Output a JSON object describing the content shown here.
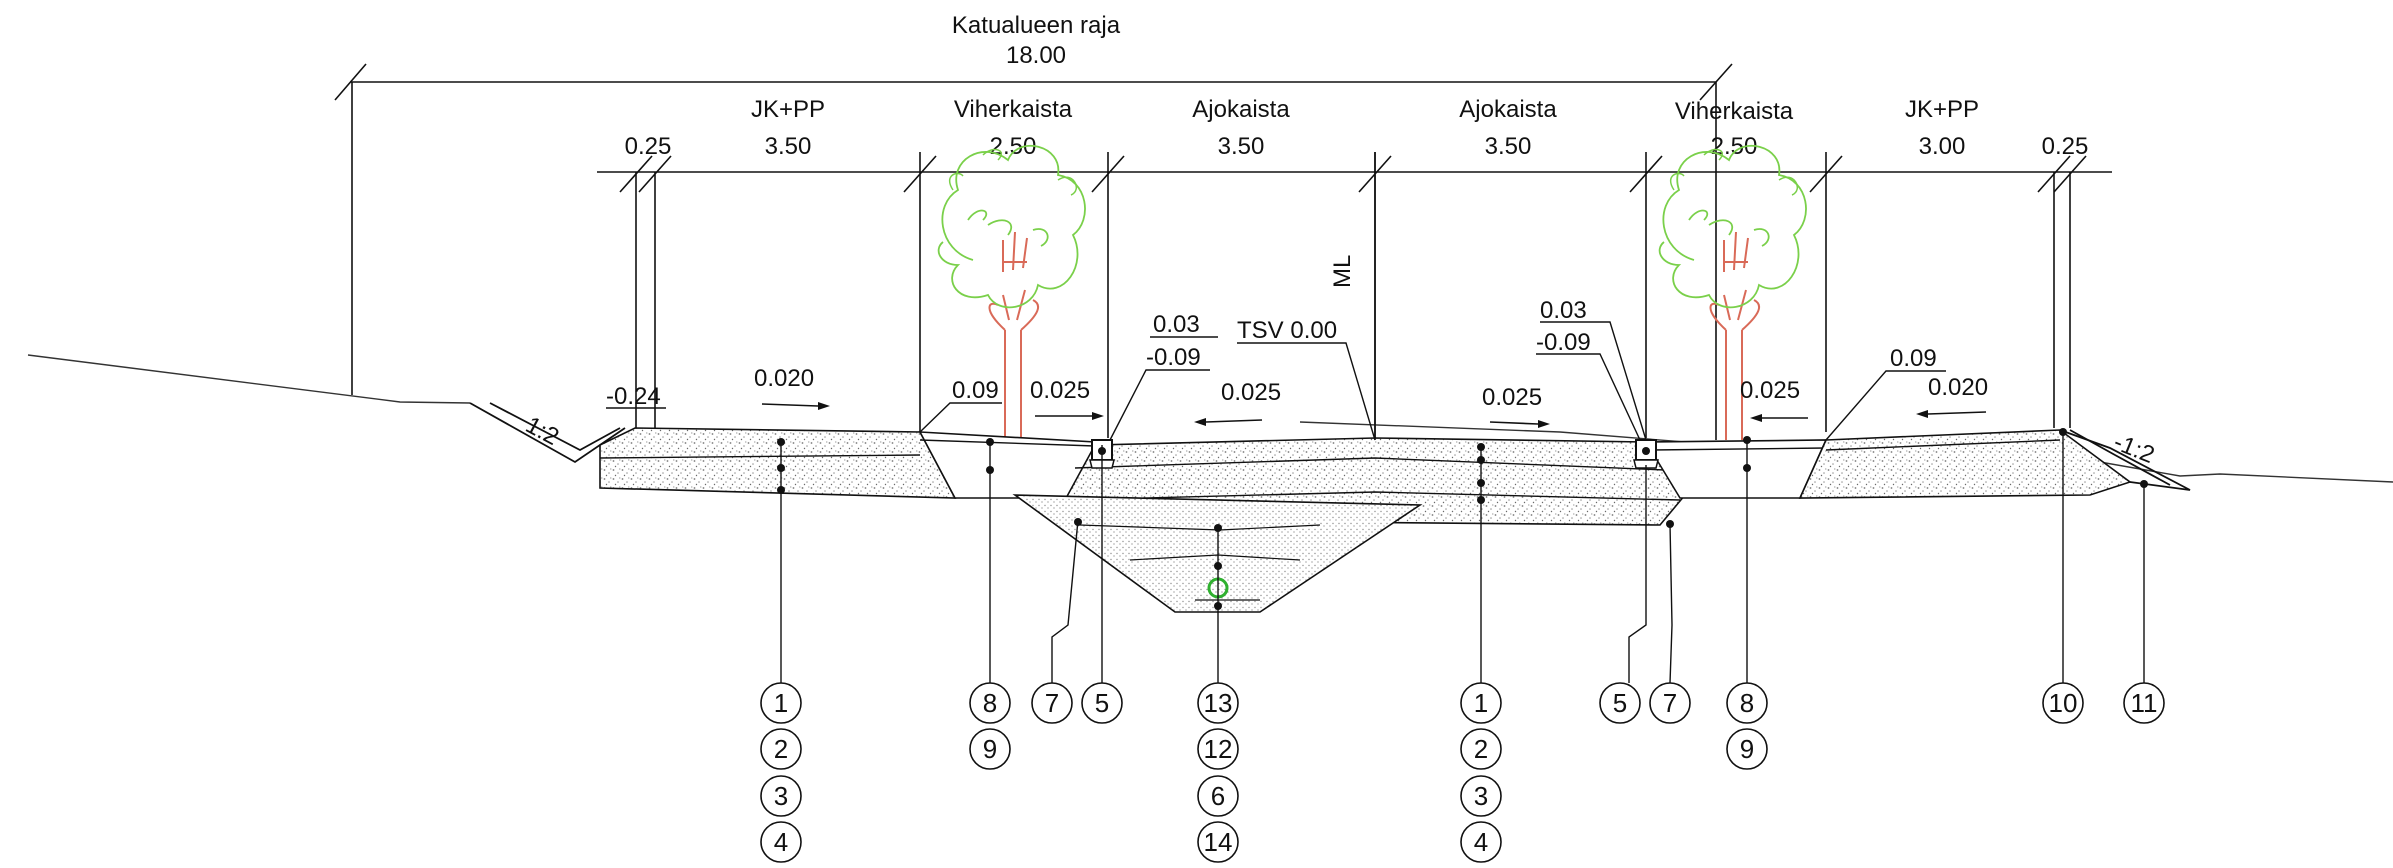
{
  "header": {
    "title": "Katualueen raja",
    "total_width": "18.00"
  },
  "lanes": [
    {
      "name": "JK+PP",
      "width": "3.50"
    },
    {
      "name": "Viherkaista",
      "width": "2.50"
    },
    {
      "name": "Ajokaista",
      "width": "3.50"
    },
    {
      "name": "Ajokaista",
      "width": "3.50"
    },
    {
      "name": "Viherkaista",
      "width": "2.50"
    },
    {
      "name": "JK+PP",
      "width": "3.00"
    }
  ],
  "edge_widths": {
    "left": "0.25",
    "right": "0.25"
  },
  "labels": {
    "centerline": "ML",
    "tsv": "TSV 0.00",
    "left_low": "-0.24",
    "left_slope": "1:2",
    "right_slope": "-1:2",
    "curb_left_top": "0.03",
    "curb_left_bottom": "-0.09",
    "curb_right_top": "0.03",
    "curb_right_bottom": "-0.09",
    "green_left_height": "0.09",
    "green_right_height": "0.09"
  },
  "slopes": {
    "sidewalk_left": "0.020",
    "green_left": "0.025",
    "lane_left": "0.025",
    "lane_right": "0.025",
    "green_right": "0.025",
    "sidewalk_right": "0.020"
  },
  "callouts": {
    "sidewalk_left": [
      "1",
      "2",
      "3",
      "4"
    ],
    "green_left": [
      "8",
      "9"
    ],
    "trench_left": [
      "7"
    ],
    "curb_left": [
      "5"
    ],
    "pipe_trench": [
      "13",
      "12",
      "6",
      "14"
    ],
    "lane_right": [
      "1",
      "2",
      "3",
      "4"
    ],
    "curb_right": [
      "5"
    ],
    "trench_right": [
      "7"
    ],
    "green_right": [
      "8",
      "9"
    ],
    "edge_right": [
      "10"
    ],
    "slope_right": [
      "11"
    ]
  },
  "colors": {
    "line": "#111111",
    "tree_canopy": "#7ad04a",
    "tree_trunk": "#d96a58",
    "pipe_ring": "#2fb02f",
    "fill_pattern": "#8a8a8a"
  }
}
